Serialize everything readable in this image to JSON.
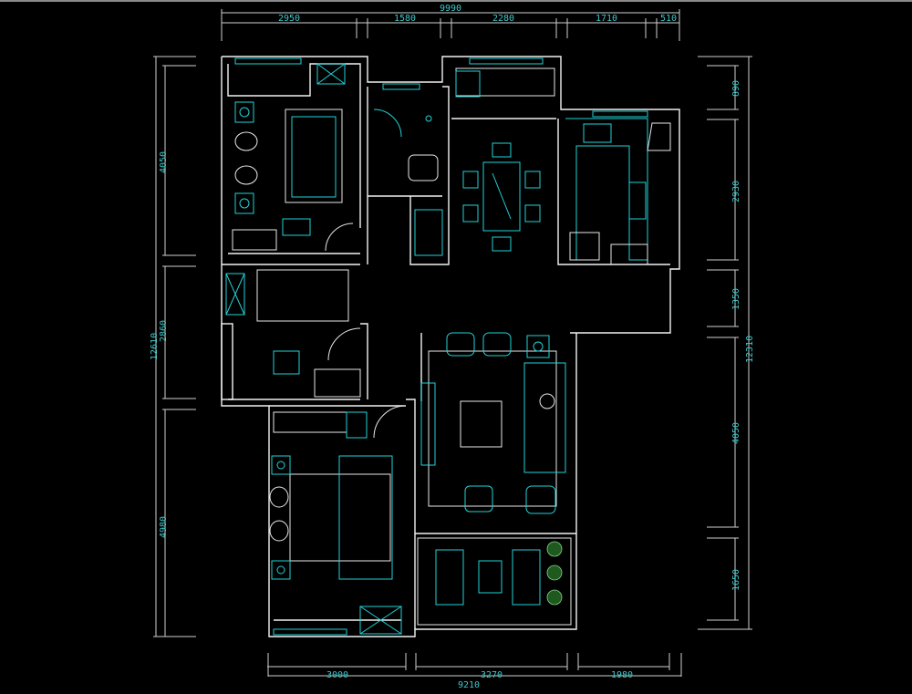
{
  "drawing": {
    "title": "Apartment floor plan (CAD)",
    "colors": {
      "background": "#000000",
      "walls": "#f2f2f2",
      "furniture": "#21d3d8",
      "dimension_text": "#3fc7c9"
    }
  },
  "dimensions": {
    "top_total": "9990",
    "top": [
      "2950",
      "1580",
      "2280",
      "1710",
      "510"
    ],
    "bottom_total": "9210",
    "bottom": [
      "3000",
      "3270",
      "1980"
    ],
    "left_total": "12610",
    "left": [
      "4050",
      "2860",
      "4980"
    ],
    "right_total": "12310",
    "right": [
      "890",
      "2930",
      "1350",
      "4050",
      "1650"
    ]
  }
}
